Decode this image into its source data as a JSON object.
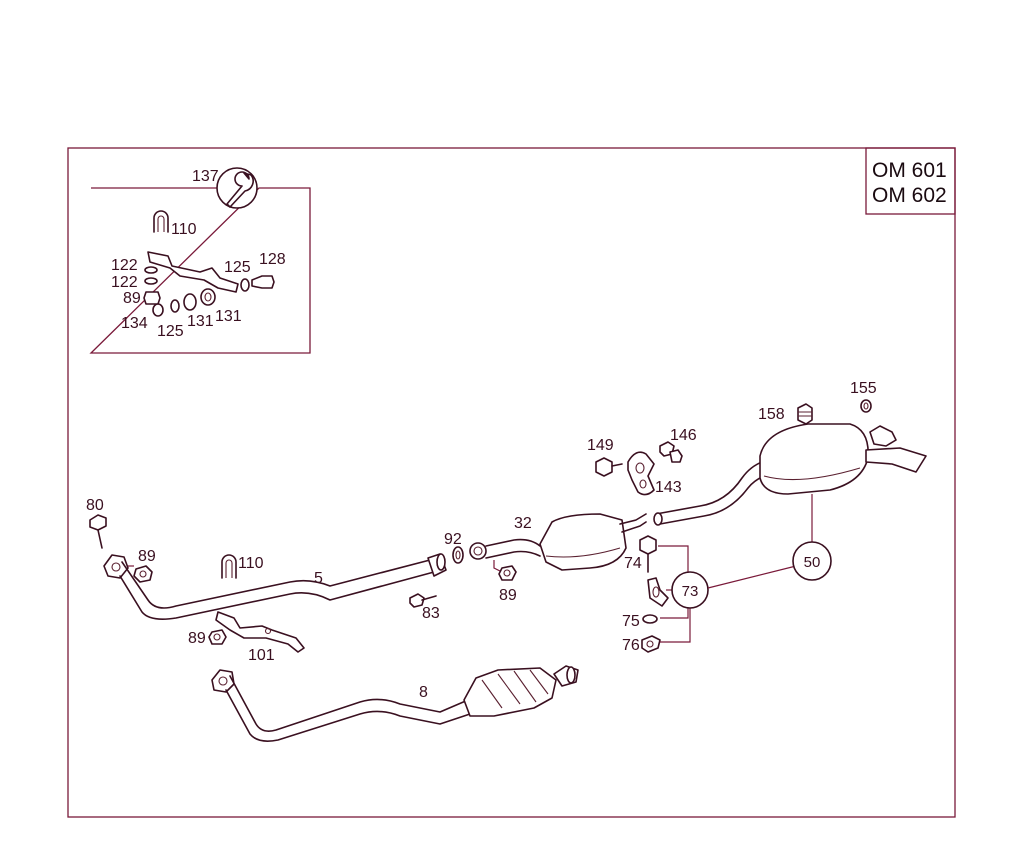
{
  "model_codes": [
    "OM 601",
    "OM 602"
  ],
  "inset": {
    "tool_number": "137",
    "tool_icon": "wrench-icon",
    "labels": [
      "110",
      "122",
      "122",
      "89",
      "134",
      "125",
      "131",
      "131",
      "125",
      "128"
    ]
  },
  "callouts": {
    "c80": "80",
    "c89a": "89",
    "c110": "110",
    "c5": "5",
    "c83": "83",
    "c89b": "89",
    "c101": "101",
    "c8": "8",
    "c92": "92",
    "c32": "32",
    "c89c": "89",
    "c149": "149",
    "c146": "146",
    "c143": "143",
    "c158": "158",
    "c155": "155",
    "c74": "74",
    "c75": "75",
    "c76": "76"
  },
  "bubbles": {
    "b73": "73",
    "b50": "50"
  }
}
